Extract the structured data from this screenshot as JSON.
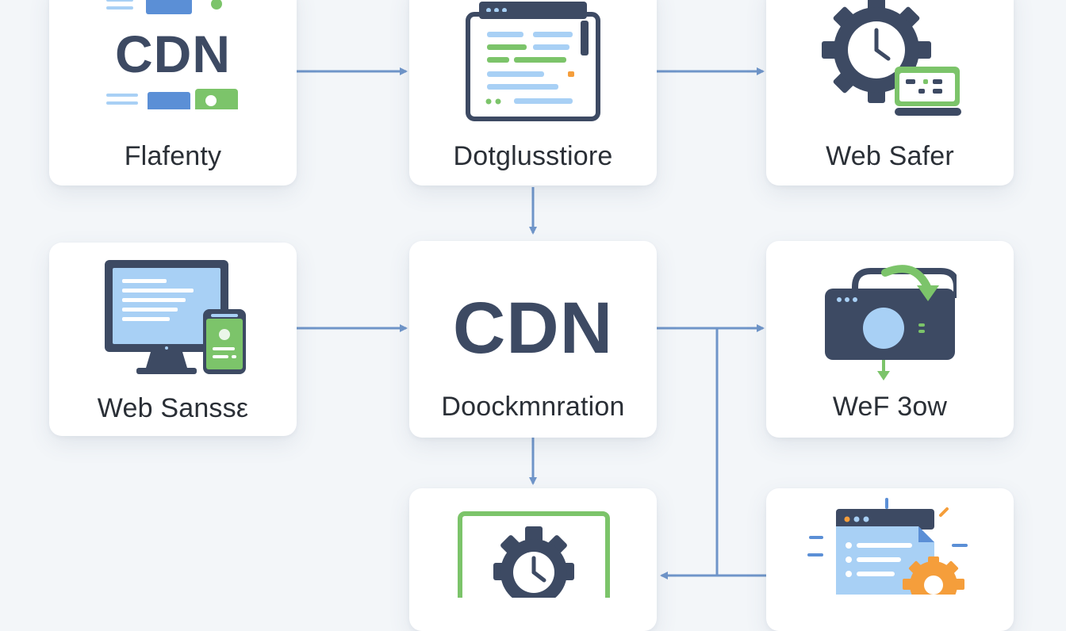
{
  "nodes": {
    "flafenty": {
      "label": "Flafenty",
      "logo_text": "CDN"
    },
    "dotglusstiore": {
      "label": "Dotglusstiore"
    },
    "web_safer": {
      "label": "Web Safer"
    },
    "web_sansse": {
      "label": "Web Sanssε"
    },
    "doockmnration": {
      "label": "Doockmnration",
      "logo_text": "CDN"
    },
    "wef_3ow": {
      "label": "WeF 3ow"
    }
  },
  "colors": {
    "navy": "#3d4a63",
    "blue": "#5b8fd6",
    "light_blue": "#a8d0f5",
    "green": "#7cc46a",
    "orange": "#f59e3b",
    "arrow": "#6f95c9"
  },
  "icons": [
    "cdn-logo-icon",
    "browser-window-icon",
    "gear-clock-icon",
    "monitor-phone-icon",
    "camera-sync-icon",
    "gear-clock-frame-icon",
    "document-gear-icon"
  ]
}
